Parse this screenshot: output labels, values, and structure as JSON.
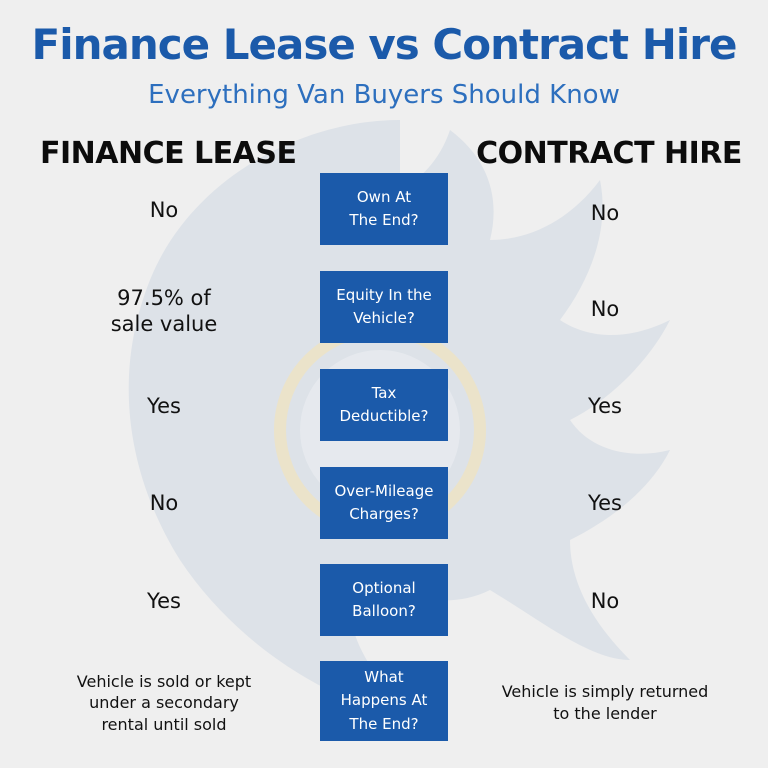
{
  "header": {
    "title": "Finance Lease vs Contract Hire",
    "subtitle": "Everything Van Buyers Should Know"
  },
  "columns": {
    "left": "FINANCE LEASE",
    "right": "CONTRACT HIRE"
  },
  "rows": [
    {
      "question": "Own At\nThe End?",
      "left": "No",
      "right": "No"
    },
    {
      "question": "Equity In the\nVehicle?",
      "left": "97.5% of\nsale value",
      "right": "No"
    },
    {
      "question": "Tax\nDeductible?",
      "left": "Yes",
      "right": "Yes"
    },
    {
      "question": "Over-Mileage\nCharges?",
      "left": "No",
      "right": "Yes"
    },
    {
      "question": "Optional\nBalloon?",
      "left": "Yes",
      "right": "No"
    },
    {
      "question": "What\nHappens At\nThe End?",
      "left": "Vehicle is sold or kept\nunder a secondary\nrental until sold",
      "right": "Vehicle is simply returned\nto the lender"
    }
  ],
  "colors": {
    "brand_blue": "#1b5aaa",
    "subtitle_blue": "#2d6fbe",
    "background": "#efefef",
    "watermark": "#d6dde5"
  },
  "icons": {
    "watermark": "dragon-logo-watermark"
  }
}
